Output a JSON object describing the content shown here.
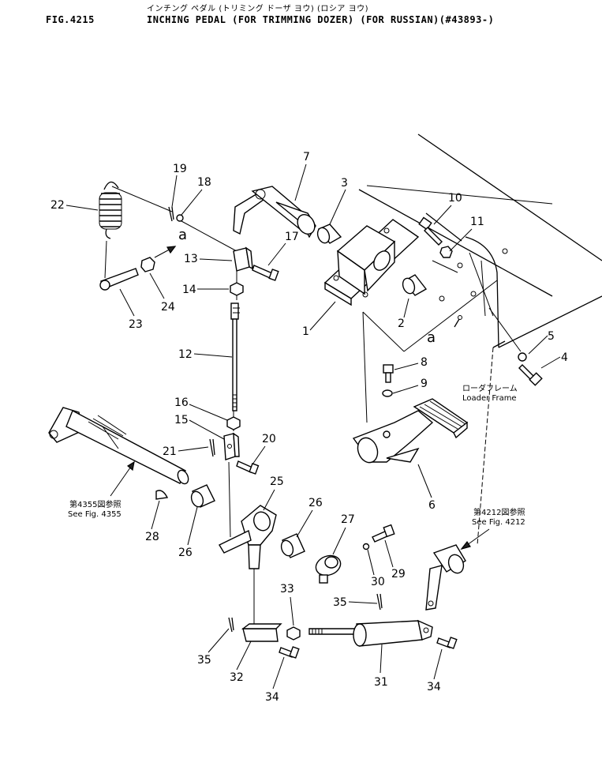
{
  "header": {
    "fig_no": "FIG.4215",
    "title_jp": "インチング ペダル (トリミング ドーザ ヨウ) (ロシア ヨウ)",
    "title_en": "INCHING PEDAL (FOR TRIMMING DOZER) (FOR RUSSIAN)(#43893-)"
  },
  "callouts": [
    "1",
    "2",
    "3",
    "4",
    "5",
    "6",
    "7",
    "8",
    "9",
    "10",
    "11",
    "12",
    "13",
    "14",
    "15",
    "16",
    "17",
    "18",
    "19",
    "20",
    "21",
    "22",
    "23",
    "24",
    "25",
    "26",
    "26",
    "27",
    "28",
    "29",
    "30",
    "31",
    "32",
    "33",
    "34",
    "34",
    "35",
    "35"
  ],
  "connector_letters": [
    "a",
    "a"
  ],
  "notes": {
    "loader_frame_jp": "ローダフレーム",
    "loader_frame_en": "Loader Frame",
    "ref_4355_jp": "第4355図参照",
    "ref_4355_en": "See Fig. 4355",
    "ref_4212_jp": "第4212図参照",
    "ref_4212_en": "See Fig. 4212"
  }
}
